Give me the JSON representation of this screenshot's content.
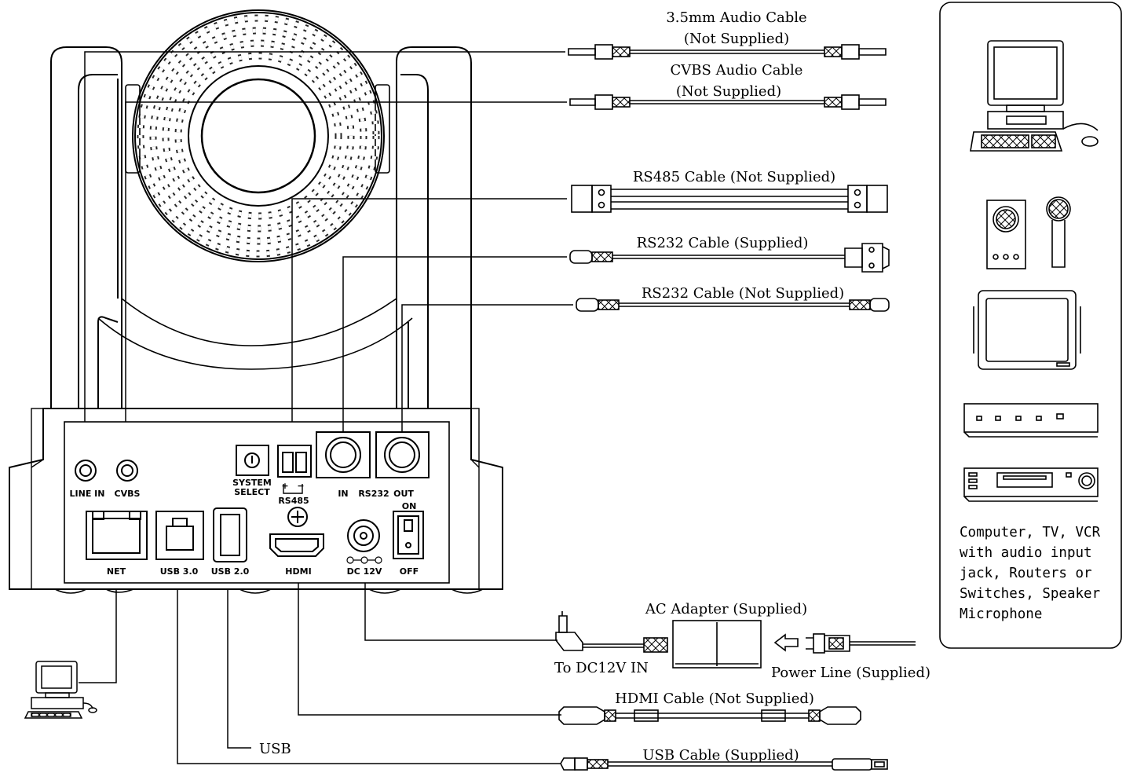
{
  "cables": {
    "audio35_line1": "3.5mm Audio Cable",
    "audio35_line2": "(Not Supplied)",
    "cvbs_line1": "CVBS Audio Cable",
    "cvbs_line2": "(Not Supplied)",
    "rs485": "RS485 Cable (Not Supplied)",
    "rs232_in": "RS232 Cable (Supplied)",
    "rs232_out": "RS232 Cable (Not Supplied)",
    "ac_adapter": "AC Adapter (Supplied)",
    "to_dc12v": "To DC12V IN",
    "power_line": "Power Line (Supplied)",
    "hdmi": "HDMI Cable (Not Supplied)",
    "usb_branch": "USB",
    "usb_cable": "USB Cable (Supplied)"
  },
  "ports": {
    "line_in": "LINE IN",
    "cvbs": "CVBS",
    "system_select_1": "SYSTEM",
    "system_select_2": "SELECT",
    "rs485_plus": "+",
    "rs485_minus": "−",
    "rs485": "RS485",
    "in": "IN",
    "rs232": "RS232",
    "out": "OUT",
    "on": "ON",
    "off": "OFF",
    "net": "NET",
    "usb3": "USB 3.0",
    "usb2": "USB 2.0",
    "hdmi": "HDMI",
    "dc12v": "DC 12V"
  },
  "side_panel": {
    "lines": [
      "Computer, TV, VCR",
      "with audio input",
      "jack, Routers or",
      "Switches, Speaker",
      "Microphone"
    ]
  }
}
